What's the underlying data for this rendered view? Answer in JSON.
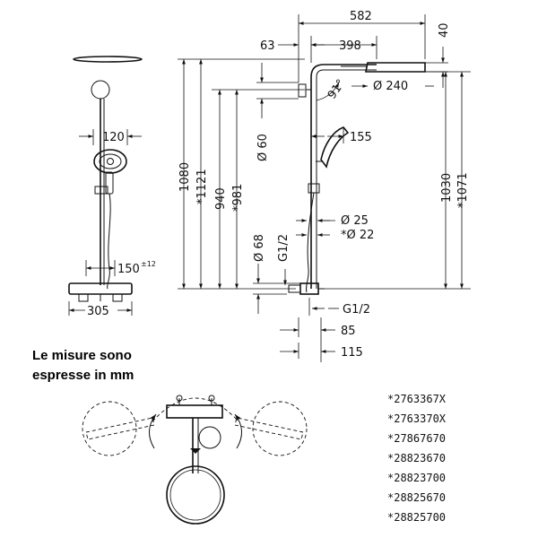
{
  "left_view": {
    "dim_head": "120",
    "dim_height": "150",
    "dim_height_tol": "±12",
    "dim_width": "305"
  },
  "side_view": {
    "dim_overall_width": "582",
    "dim_arm_offset": "63",
    "dim_arm_length": "398",
    "dim_head_thickness": "40",
    "dim_angle": "91°",
    "dim_head_diameter": "Ø 240",
    "dim_pipe_diameter": "Ø 60",
    "dim_hand_shower": "155",
    "dim_d25": "Ø 25",
    "dim_d22": "*Ø 22",
    "dim_d68": "Ø 68",
    "dim_thread_top": "G1/2",
    "dim_thread_bottom": "G1/2",
    "dim_85": "85",
    "dim_115": "115",
    "dim_1080": "1080",
    "dim_1121": "*1121",
    "dim_940": "940",
    "dim_981": "*981",
    "dim_1030": "1030",
    "dim_1071": "*1071"
  },
  "note": {
    "line1": "Le misure sono",
    "line2": "espresse in mm"
  },
  "part_codes": [
    "*2763367X",
    "*2763370X",
    "*27867670",
    "*28823670",
    "*28823700",
    "*28825670",
    "*28825700"
  ]
}
